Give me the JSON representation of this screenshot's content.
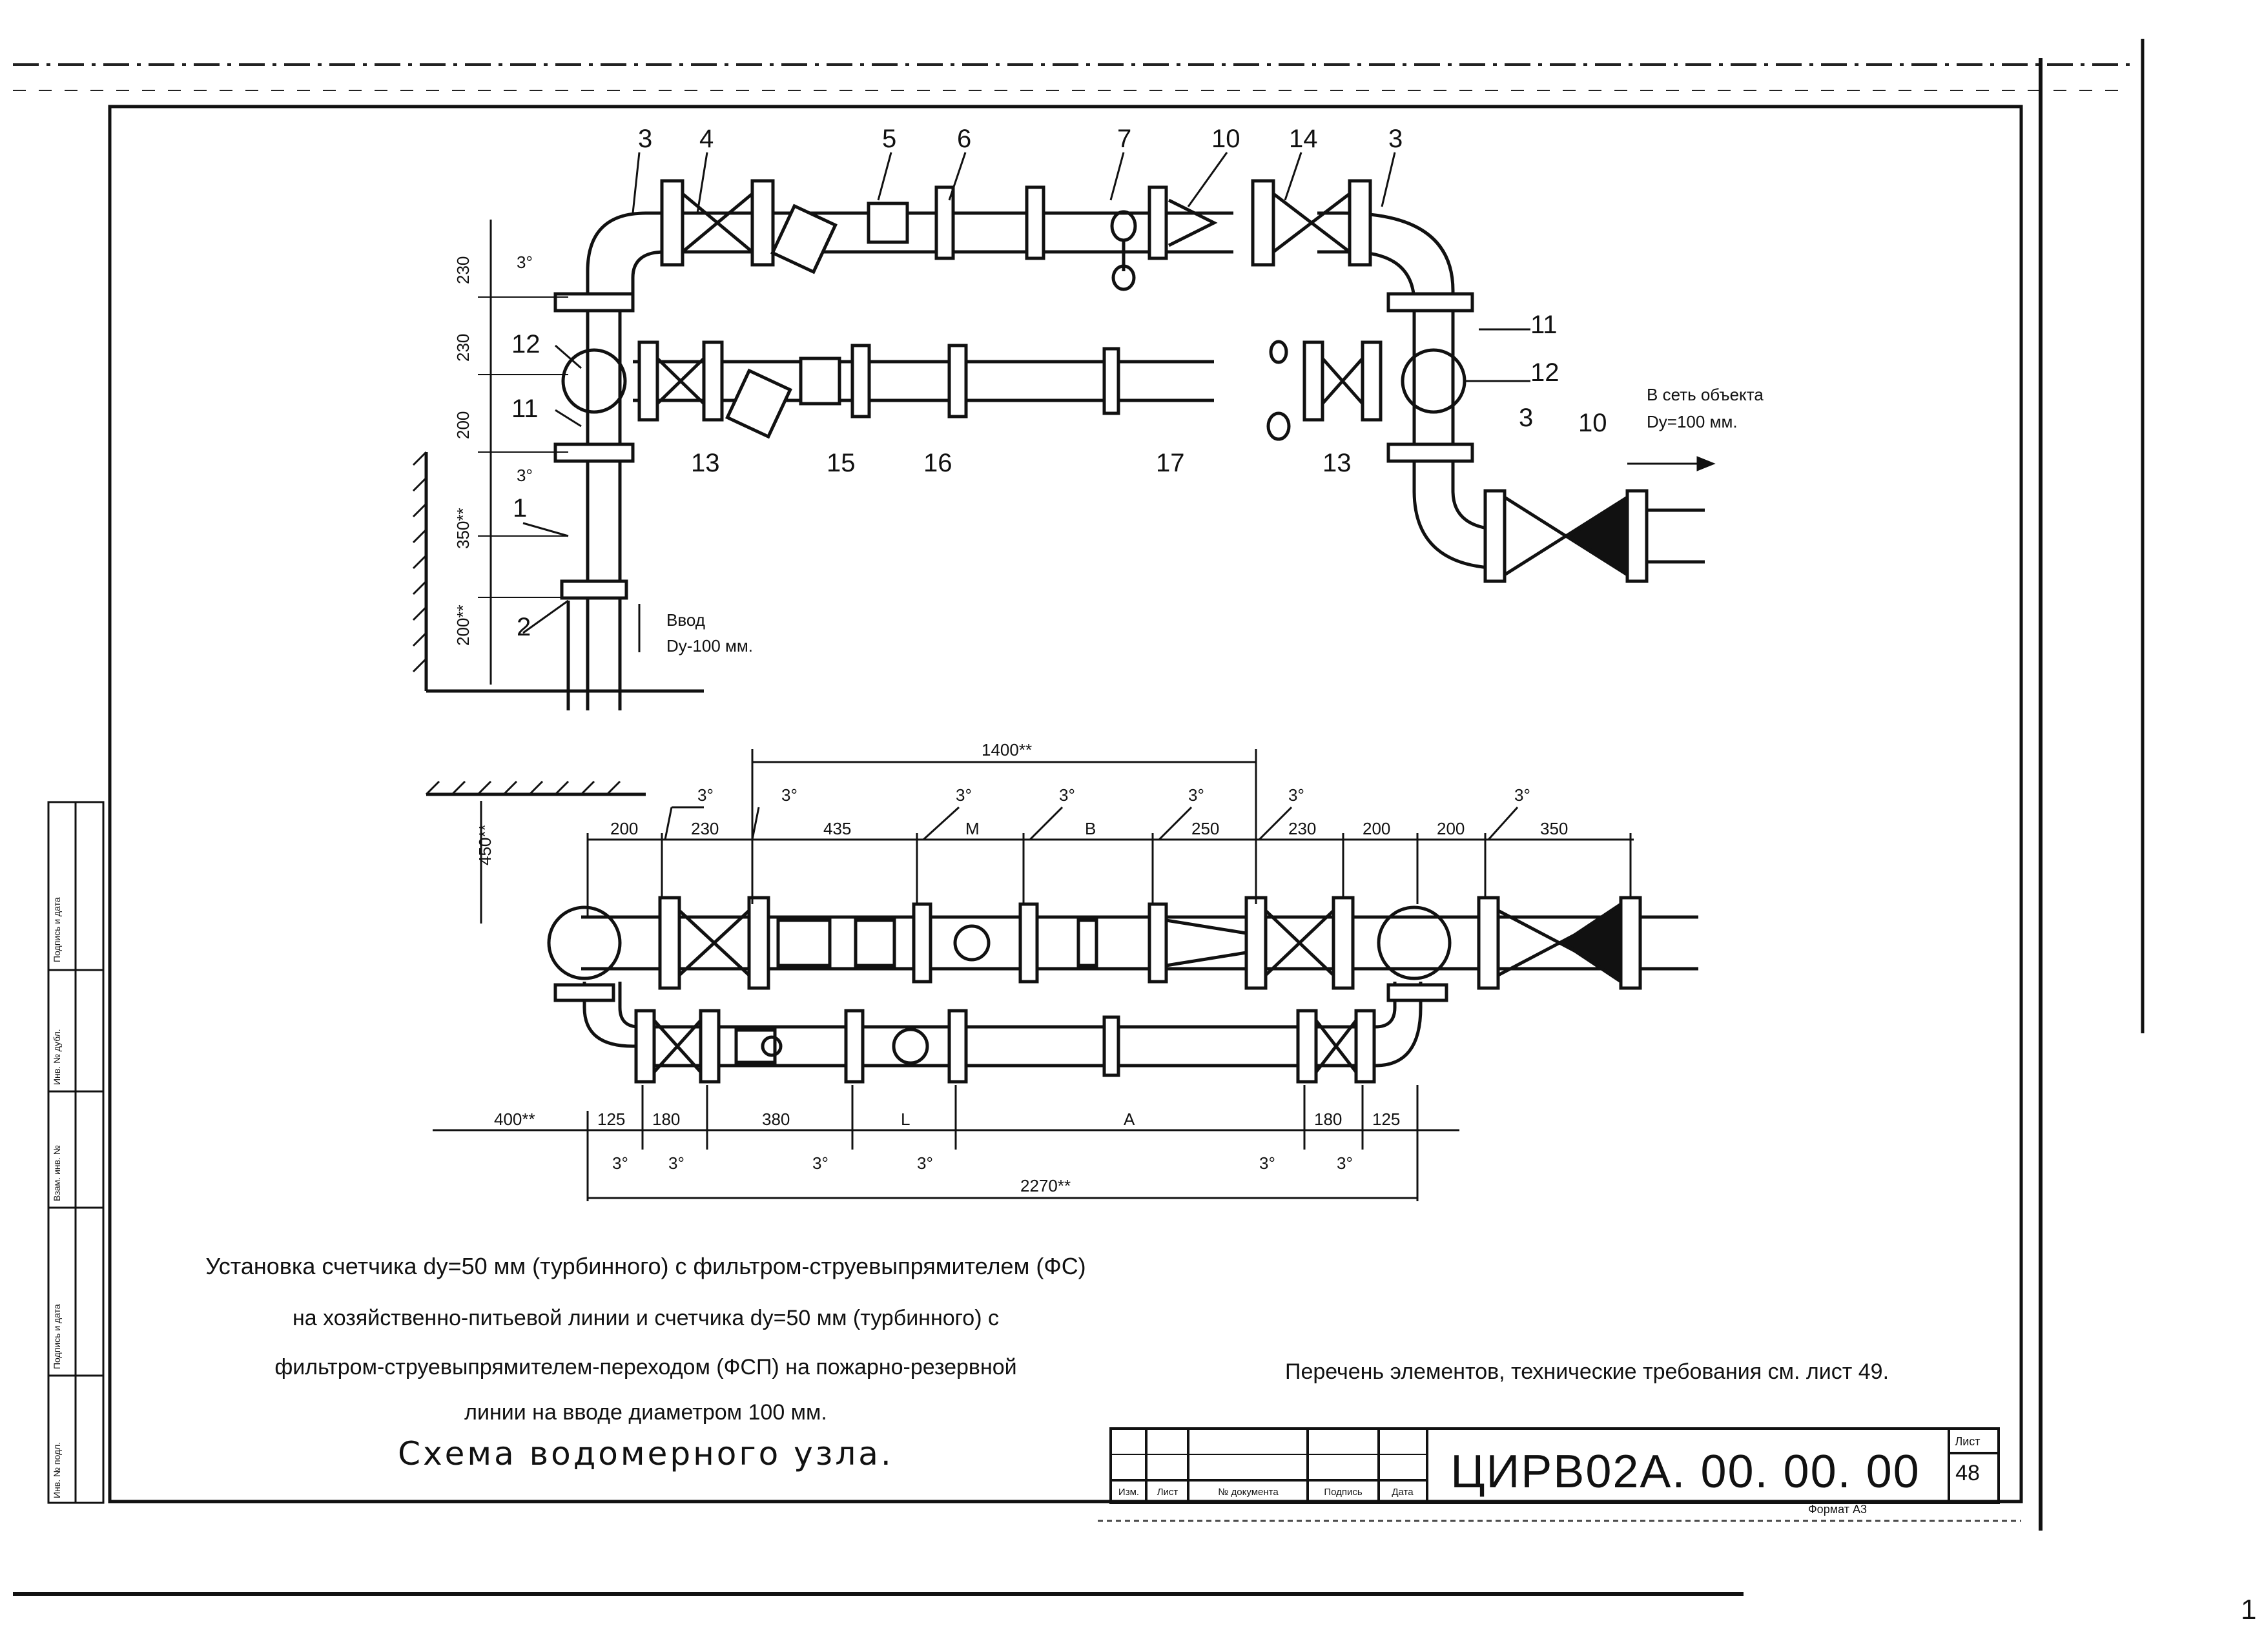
{
  "colors": {
    "ink": "#111111",
    "paper": "#ffffff"
  },
  "plan_view": {
    "callouts": [
      "3",
      "4",
      "5",
      "6",
      "7",
      "10",
      "14",
      "3",
      "11",
      "12",
      "12",
      "11",
      "13",
      "15",
      "16",
      "17",
      "13",
      "1",
      "2",
      "3",
      "10"
    ],
    "dims": [
      "230",
      "230",
      "200",
      "350**",
      "200**"
    ],
    "angles": [
      "3°",
      "3°"
    ],
    "inlet_label_line1": "Ввод",
    "inlet_label_line2": "Dy-100 мм.",
    "outlet_label_line1": "В сеть объекта",
    "outlet_label_line2": "Dy=100 мм."
  },
  "elevation_view": {
    "dim_total_top": "1400**",
    "dims_top": [
      "200",
      "230",
      "435",
      "M",
      "B",
      "250",
      "230",
      "200",
      "200",
      "350"
    ],
    "dim_left": "450**",
    "dims_bottom": [
      "400**",
      "125",
      "180",
      "380",
      "L",
      "A",
      "180",
      "125"
    ],
    "dim_total_bottom": "2270**",
    "angle": "3°"
  },
  "caption": {
    "line1": "Установка счетчика dy=50 мм (турбинного) с фильтром-струевыпрямителем (ФС)",
    "line2": "на хозяйственно-питьевой линии и счетчика dy=50 мм (турбинного) с",
    "line3": "фильтром-струевыпрямителем-переходом (ФСП) на пожарно-резервной",
    "line4": "линии на вводе диаметром 100 мм.",
    "title": "Схема водомерного узла."
  },
  "note": "Перечень элементов, технические требования см. лист 49.",
  "title_block": {
    "code": "ЦИРВ02А. 00. 00. 00",
    "sheet_label": "Лист",
    "sheet_number": "48",
    "format": "Формат А3",
    "columns": [
      "Изм.",
      "Лист",
      "№ документа",
      "Подпись",
      "Дата"
    ]
  },
  "side_stamp": [
    "Подпись и дата",
    "Инв. № дубл.",
    "Взам. инв. №",
    "Подпись и дата",
    "Инв. № подл."
  ],
  "page_number": "1"
}
